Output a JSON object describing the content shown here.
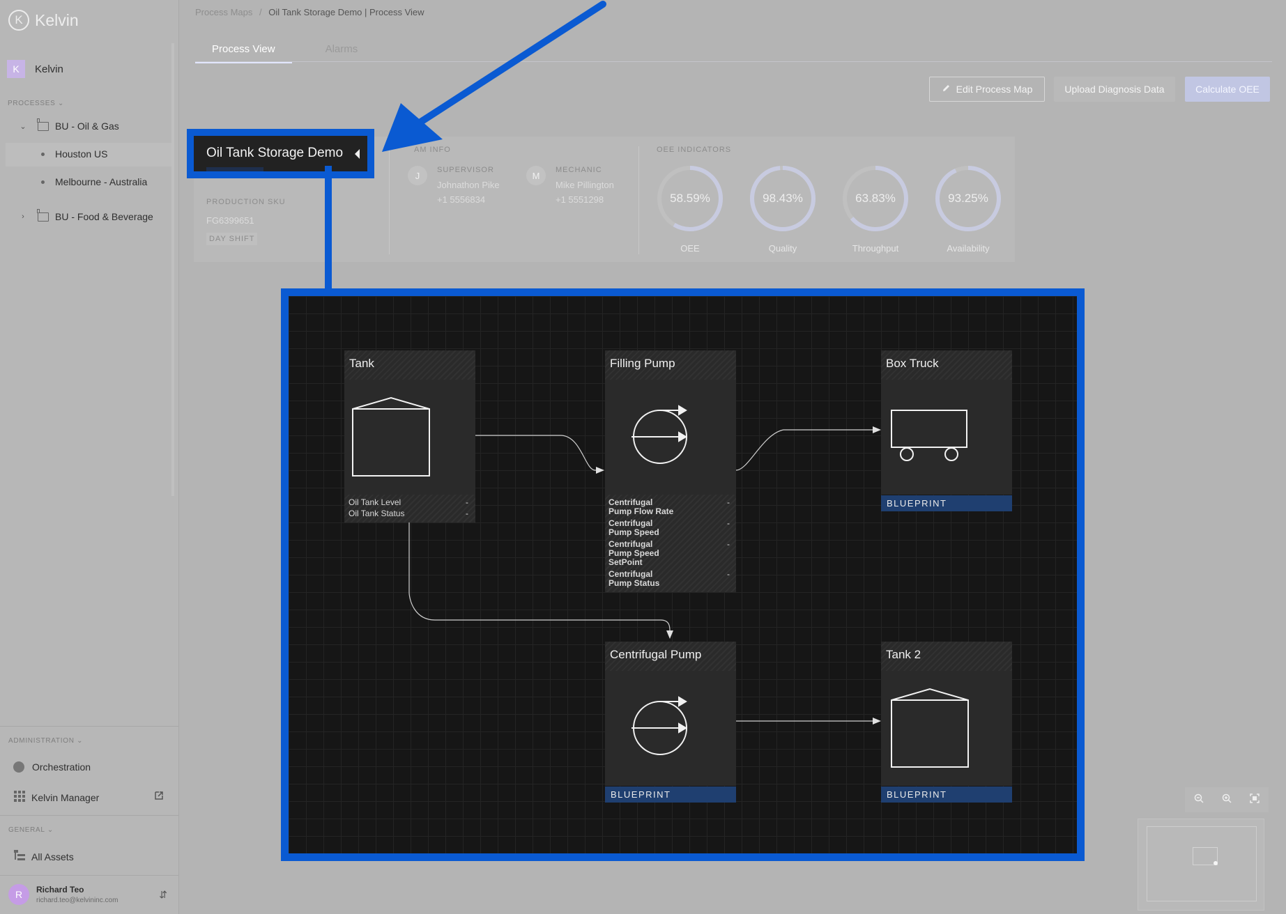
{
  "app": {
    "logo_text": "Kelvin",
    "logo_mark": "K"
  },
  "sidebar": {
    "org": {
      "initial": "K",
      "name": "Kelvin"
    },
    "processes_label": "PROCESSES",
    "processes": [
      {
        "label": "BU - Oil & Gas"
      },
      {
        "label": "Houston US"
      },
      {
        "label": "Melbourne - Australia"
      },
      {
        "label": "BU - Food & Beverage"
      }
    ],
    "admin_label": "ADMINISTRATION",
    "admin_items": [
      {
        "label": "Orchestration"
      },
      {
        "label": "Kelvin Manager"
      }
    ],
    "general_label": "GENERAL",
    "general_items": [
      {
        "label": "All Assets"
      }
    ],
    "user": {
      "initial": "R",
      "name": "Richard Teo",
      "email": "richard.teo@kelvininc.com"
    }
  },
  "breadcrumb": {
    "root": "Process Maps",
    "sep": "/",
    "current": "Oil Tank Storage Demo | Process View"
  },
  "tabs": [
    {
      "label": "Process View"
    },
    {
      "label": "Alarms"
    }
  ],
  "actions": {
    "edit": "Edit Process Map",
    "upload": "Upload Diagnosis Data",
    "calculate": "Calculate OEE"
  },
  "process": {
    "title": "Oil Tank Storage Demo",
    "sku_label": "PRODUCTION SKU",
    "sku": "FG6399651",
    "shift": "DAY SHIFT"
  },
  "team": {
    "label": "AM INFO",
    "members": [
      {
        "initial": "J",
        "role": "SUPERVISOR",
        "name": "Johnathon Pike",
        "phone": "+1 5556834"
      },
      {
        "initial": "M",
        "role": "MECHANIC",
        "name": "Mike Pillington",
        "phone": "+1 5551298"
      }
    ]
  },
  "oee": {
    "label": "OEE INDICATORS",
    "indicators": [
      {
        "label": "OEE",
        "value": "58.59%",
        "pct": 58.59
      },
      {
        "label": "Quality",
        "value": "98.43%",
        "pct": 98.43
      },
      {
        "label": "Throughput",
        "value": "63.83%",
        "pct": 63.83
      },
      {
        "label": "Availability",
        "value": "93.25%",
        "pct": 93.25
      }
    ]
  },
  "map": {
    "tank": {
      "title": "Tank",
      "metrics": [
        {
          "label": "Oil Tank Level",
          "value": "-"
        },
        {
          "label": "Oil Tank Status",
          "value": "-"
        }
      ]
    },
    "filling_pump": {
      "title": "Filling Pump",
      "metrics": [
        {
          "label1": "Centrifugal",
          "label2": "Pump Flow Rate",
          "value": "-"
        },
        {
          "label1": "Centrifugal",
          "label2": "Pump Speed",
          "value": "-"
        },
        {
          "label1": "Centrifugal",
          "label2": "Pump Speed",
          "label3": "SetPoint",
          "value": "-"
        },
        {
          "label1": "Centrifugal",
          "label2": "Pump Status",
          "value": "-"
        }
      ]
    },
    "box_truck": {
      "title": "Box Truck",
      "badge": "BLUEPRINT"
    },
    "centrifugal_pump": {
      "title": "Centrifugal Pump",
      "badge": "BLUEPRINT"
    },
    "tank2": {
      "title": "Tank 2",
      "badge": "BLUEPRINT"
    }
  },
  "colors": {
    "highlight": "#0a5ad2",
    "blueprint": "#1f3f70",
    "canvas": "#161616"
  }
}
